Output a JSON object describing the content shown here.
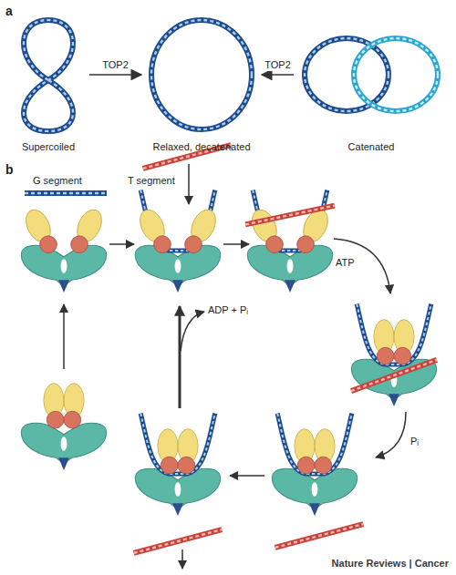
{
  "diagram": {
    "nodes": [
      {
        "text": [
          "Supercoiled"
        ]
      },
      {
        "text": [
          "Relaxed, decatenated"
        ]
      },
      {
        "text": [
          "Catenated"
        ]
      }
    ],
    "edges": [
      {
        "from": 0,
        "to": 1,
        "label": "TOP2",
        "arrow": "to"
      },
      {
        "from": 2,
        "to": 1,
        "label": "TOP2",
        "arrow": "to"
      }
    ],
    "labels": [
      "a",
      "b",
      "G segment",
      "T segment",
      "ATP",
      "ADP + Pᵢ",
      "Pᵢ",
      "Nature Reviews | Cancer"
    ]
  }
}
